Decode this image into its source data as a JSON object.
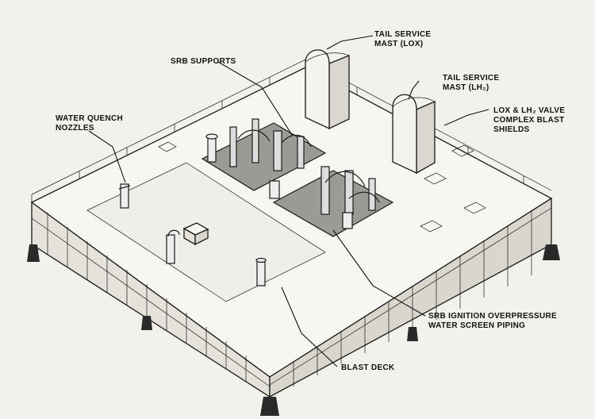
{
  "labels": {
    "tail_service_mast_lox": [
      "TAIL SERVICE",
      "MAST (LOX)"
    ],
    "tail_service_mast_lh2": [
      "TAIL SERVICE",
      "MAST (LH₂)"
    ],
    "srb_supports": "SRB SUPPORTS",
    "water_quench_nozzles": [
      "WATER QUENCH",
      "NOZZLES"
    ],
    "valve_blast_shields": [
      "LOX & LH₂ VALVE",
      "COMPLEX BLAST",
      "SHIELDS"
    ],
    "srb_ignition_piping": [
      "SRB IGNITION OVERPRESSURE",
      "WATER SCREEN PIPING"
    ],
    "blast_deck": "BLAST DECK"
  },
  "colors": {
    "ink": "#1a1a1a",
    "paper": "#f2f1ec"
  }
}
